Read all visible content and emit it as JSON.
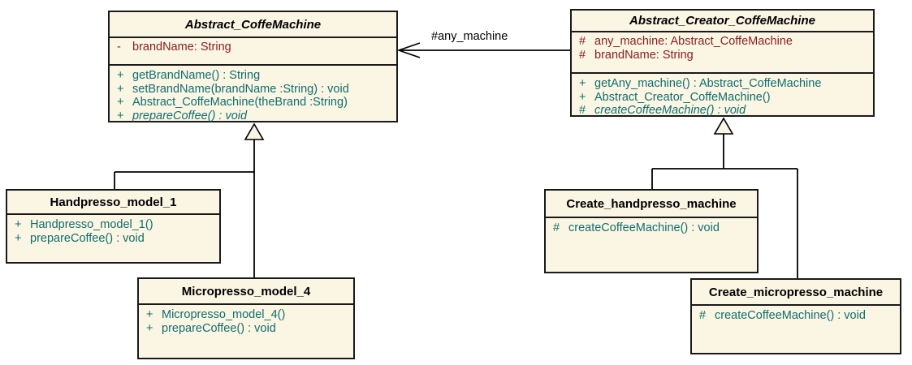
{
  "colors": {
    "box_fill": "#FBF5E4",
    "border": "#1A1A1A",
    "title_text": "#000000",
    "attribute_text": "#8B2020",
    "method_text": "#0F6F6F",
    "connector": "#000000"
  },
  "classes": {
    "abstract_coffe_machine": {
      "name": "Abstract_CoffeMachine",
      "attributes": [
        {
          "vis": "-",
          "text": "brandName: String"
        }
      ],
      "methods": [
        {
          "vis": "+",
          "text": "getBrandName() : String"
        },
        {
          "vis": "+",
          "text": "setBrandName(brandName :String) : void"
        },
        {
          "vis": "+",
          "text": "Abstract_CoffeMachine(theBrand :String)"
        },
        {
          "vis": "+",
          "text": "prepareCoffee() : void"
        }
      ]
    },
    "abstract_creator_coffe_machine": {
      "name": "Abstract_Creator_CoffeMachine",
      "attributes": [
        {
          "vis": "#",
          "text": "any_machine: Abstract_CoffeMachine"
        },
        {
          "vis": "#",
          "text": "brandName: String"
        }
      ],
      "methods": [
        {
          "vis": "+",
          "text": "getAny_machine() : Abstract_CoffeMachine"
        },
        {
          "vis": "+",
          "text": "Abstract_Creator_CoffeMachine()"
        },
        {
          "vis": "#",
          "text": "createCoffeeMachine() : void"
        }
      ]
    },
    "handpresso_model_1": {
      "name": "Handpresso_model_1",
      "methods": [
        {
          "vis": "+",
          "text": "Handpresso_model_1()"
        },
        {
          "vis": "+",
          "text": "prepareCoffee() : void"
        }
      ]
    },
    "micropresso_model_4": {
      "name": "Micropresso_model_4",
      "methods": [
        {
          "vis": "+",
          "text": "Micropresso_model_4()"
        },
        {
          "vis": "+",
          "text": "prepareCoffee() : void"
        }
      ]
    },
    "create_handpresso_machine": {
      "name": "Create_handpresso_machine",
      "methods": [
        {
          "vis": "#",
          "text": "createCoffeeMachine() : void"
        }
      ]
    },
    "create_micropresso_machine": {
      "name": "Create_micropresso_machine",
      "methods": [
        {
          "vis": "#",
          "text": "createCoffeeMachine() : void"
        }
      ]
    }
  },
  "relations": {
    "association_label": "#any_machine"
  }
}
